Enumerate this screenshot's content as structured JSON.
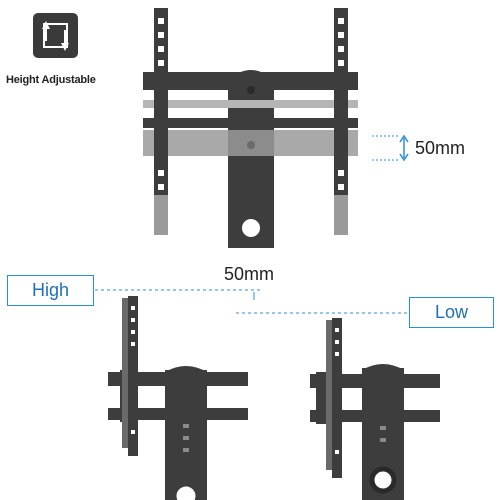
{
  "feature": {
    "icon": "vertical-swap-arrows-icon",
    "label": "Height Adjustable"
  },
  "dimensions": {
    "top_label": "50mm",
    "middle_label": "50mm"
  },
  "positions": {
    "high_label": "High",
    "low_label": "Low"
  },
  "colors": {
    "accent_blue": "#2a8fd6",
    "bracket_dark": "#3d3d3d",
    "bracket_light": "#9a9a9a"
  }
}
